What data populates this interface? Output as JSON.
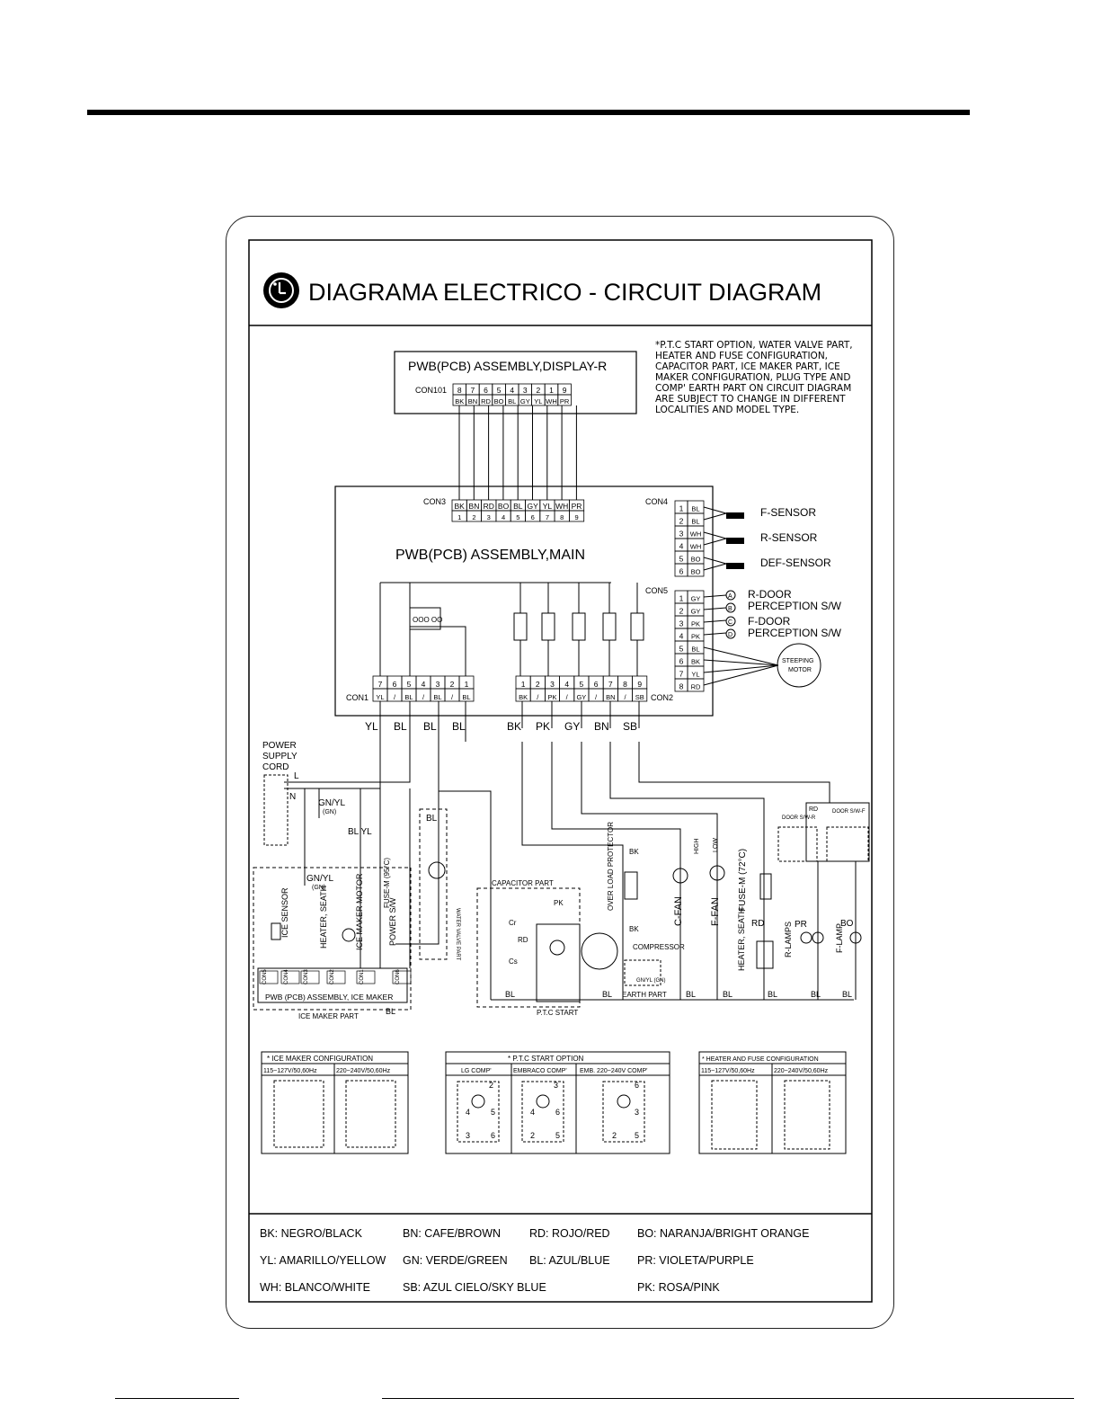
{
  "header": {
    "title": "DIAGRAMA ELECTRICO - CIRCUIT  DIAGRAM",
    "logo_text": "LG"
  },
  "note": [
    "*P.T.C START OPTION, WATER VALVE PART,",
    "HEATER AND FUSE CONFIGURATION,",
    "CAPACITOR PART, ICE MAKER PART, ICE",
    "MAKER CONFIGURATION, PLUG TYPE AND",
    "COMP' EARTH PART ON CIRCUIT DIAGRAM",
    "ARE SUBJECT TO CHANGE IN DIFFERENT",
    "LOCALITIES AND MODEL TYPE."
  ],
  "display_pcb": {
    "title": "PWB(PCB)  ASSEMBLY,DISPLAY-R",
    "connector": "CON101",
    "pins": [
      "8",
      "7",
      "6",
      "5",
      "4",
      "3",
      "2",
      "1",
      "9"
    ],
    "colors": [
      "BK",
      "BN",
      "RD",
      "BO",
      "BL",
      "GY",
      "YL",
      "WH",
      "PR"
    ]
  },
  "main_pcb": {
    "title": "PWB(PCB)  ASSEMBLY,MAIN",
    "con3": {
      "label": "CON3",
      "colors": [
        "BK",
        "BN",
        "RD",
        "BO",
        "BL",
        "GY",
        "YL",
        "WH",
        "PR"
      ],
      "pins": [
        "1",
        "2",
        "3",
        "4",
        "5",
        "6",
        "7",
        "8",
        "9"
      ]
    },
    "con4": {
      "label": "CON4",
      "pins": [
        "1",
        "2",
        "3",
        "4",
        "5",
        "6"
      ],
      "colors": [
        "BL",
        "BL",
        "WH",
        "WH",
        "BO",
        "BO"
      ]
    },
    "con5": {
      "label": "CON5",
      "pins": [
        "1",
        "2",
        "3",
        "4",
        "5",
        "6",
        "7",
        "8"
      ],
      "colors": [
        "GY",
        "GY",
        "PK",
        "PK",
        "BL",
        "BK",
        "YL",
        "RD"
      ]
    },
    "con1": {
      "label": "CON1",
      "pins": [
        "7",
        "6",
        "5",
        "4",
        "3",
        "2",
        "1"
      ],
      "colors": [
        "YL",
        "/",
        "BL",
        "/",
        "BL",
        "/",
        "BL"
      ]
    },
    "con2": {
      "label": "CON2",
      "pins": [
        "1",
        "2",
        "3",
        "4",
        "5",
        "6",
        "7",
        "8",
        "9"
      ],
      "colors": [
        "BK",
        "/",
        "PK",
        "/",
        "GY",
        "/",
        "BN",
        "/",
        "SB"
      ]
    },
    "out_left": [
      "YL",
      "BL",
      "BL",
      "BL"
    ],
    "out_right": [
      "BK",
      "PK",
      "GY",
      "BN",
      "SB"
    ]
  },
  "sensors": [
    "F-SENSOR",
    "R-SENSOR",
    "DEF-SENSOR"
  ],
  "door": {
    "r_door": [
      "R-DOOR",
      "PERCEPTION  S/W"
    ],
    "f_door": [
      "F-DOOR",
      "PERCEPTION  S/W"
    ],
    "markers": [
      "A",
      "B",
      "C",
      "D"
    ],
    "motor": [
      "STEEPING",
      "MOTOR"
    ]
  },
  "power": {
    "cord": [
      "POWER",
      "SUPPLY",
      "CORD"
    ],
    "l": "L",
    "n": "N",
    "gnyl": "GN/YL",
    "gn": "(GN)",
    "gnyl2": "GN/YL",
    "gn2": "(GN)",
    "bl_yl": "BL  YL"
  },
  "labels": {
    "water_valve": "WATER VALVE PART",
    "bl_valve": "BL",
    "ice_sensor": "ICE SENSOR",
    "heater_seath": "HEATER, SEATH",
    "ice_motor": "ICE MAKER MOTOR",
    "power_sw": "POWER S/W",
    "fuse_m": "FUSE-M (95°C)",
    "ice_pcb": "PWB (PCB)  ASSEMBLY, ICE MAKER",
    "ice_part": "ICE MAKER PART",
    "ice_cons": [
      "CON5",
      "CON4",
      "CON3",
      "CON2",
      "CON1",
      "CON6"
    ],
    "capacitor_part": "CAPACITOR PART",
    "cr": "Cr",
    "cs": "Cs",
    "pk": "PK",
    "rd": "RD",
    "bk": "BK",
    "bk2": "BK",
    "overload": "OVER LOAD PROTECTOR",
    "compressor": "COMPRESSOR",
    "earth_part": "EARTH PART",
    "ptc_start": "P.T.C START",
    "c_fan": "C-FAN",
    "f_fan": "F-FAN",
    "high": "HIGH",
    "low": "LOW",
    "fuse_m2": "FUSE-M (72°C)",
    "heater2": "HEATER, SEATH",
    "rd2": "RD",
    "rd3": "RD",
    "r_lamps": "R-LAMPS",
    "f_lamp": "F-LAMP",
    "pr": "PR",
    "bo": "BO",
    "door_sw_r": "DOOR S/W-R",
    "door_sw_f": "DOOR S/W-F",
    "bl_bottom": [
      "BL",
      "BL",
      "BL",
      "BL",
      "BL",
      "BL",
      "BL",
      "BL"
    ],
    "gnyl_comp": "GN/YL (GN)"
  },
  "config_ice": {
    "title": "* ICE MAKER  CONFIGURATION",
    "cols": [
      "115~127V/50,60Hz",
      "220~240V/50,60Hz"
    ]
  },
  "config_ptc": {
    "title": "* P.T.C START OPTION",
    "cols": [
      "LG COMP'",
      "EMBRACO COMP'",
      "EMB. 220~240V COMP'"
    ],
    "pins": [
      [
        "2",
        "4",
        "5",
        "3",
        "6"
      ],
      [
        "3",
        "4",
        "6",
        "2",
        "5"
      ],
      [
        "6",
        "3",
        "2",
        "5"
      ]
    ]
  },
  "config_heater": {
    "title": "* HEATER  AND FUSE CONFIGURATION",
    "cols": [
      "115~127V/50,60Hz",
      "220~240V/50,60Hz"
    ]
  },
  "legend": [
    [
      "BK: NEGRO/BLACK",
      "BN: CAFE/BROWN",
      "RD: ROJO/RED",
      "BO: NARANJA/BRIGHT ORANGE"
    ],
    [
      "YL: AMARILLO/YELLOW",
      "GN: VERDE/GREEN",
      "BL: AZUL/BLUE",
      "PR: VIOLETA/PURPLE"
    ],
    [
      "WH: BLANCO/WHITE",
      "SB: AZUL CIELO/SKY BLUE",
      "",
      "PK: ROSA/PINK"
    ]
  ]
}
